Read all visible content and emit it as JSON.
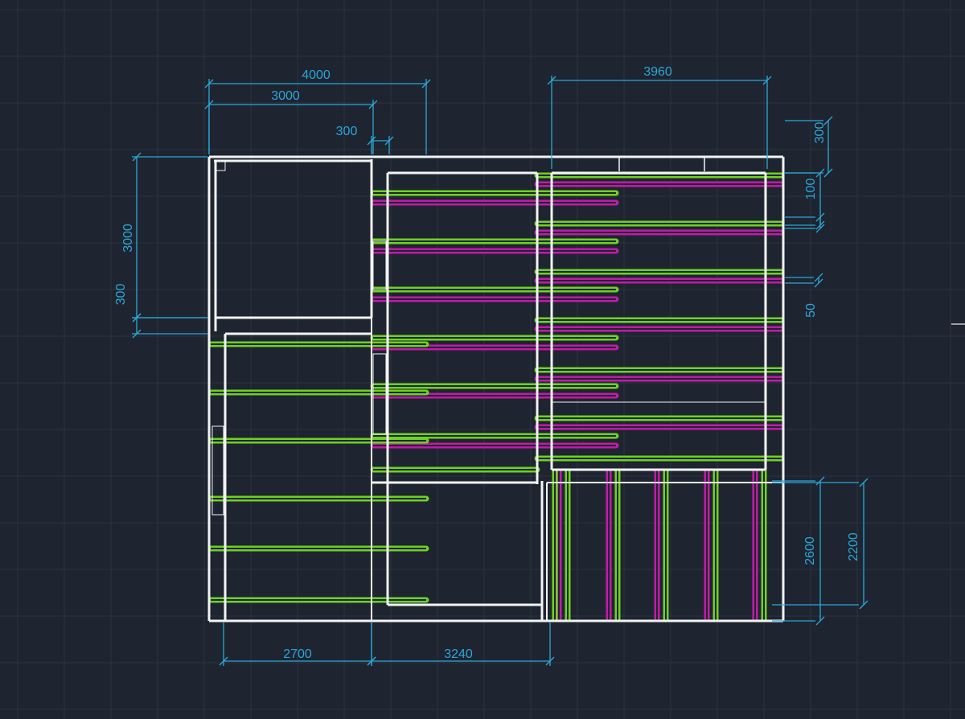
{
  "drawing": {
    "background_color": "#1e2430",
    "grid_color": "#2c3442",
    "wall_color": "#f2f4f4",
    "dimension_color": "#2aa8d8",
    "pipe_green_color": "#6fd21e",
    "pipe_magenta_color": "#c21aa8",
    "dimensions": {
      "top_overall": "4000",
      "top_room": "3000",
      "top_wall": "300",
      "top_right": "3960",
      "left_room": "3000",
      "left_wall": "300",
      "right_300": "300",
      "right_100": "100",
      "right_50": "50",
      "right_2600": "2600",
      "right_2200": "2200",
      "bottom_left": "2700",
      "bottom_right": "3240"
    }
  }
}
